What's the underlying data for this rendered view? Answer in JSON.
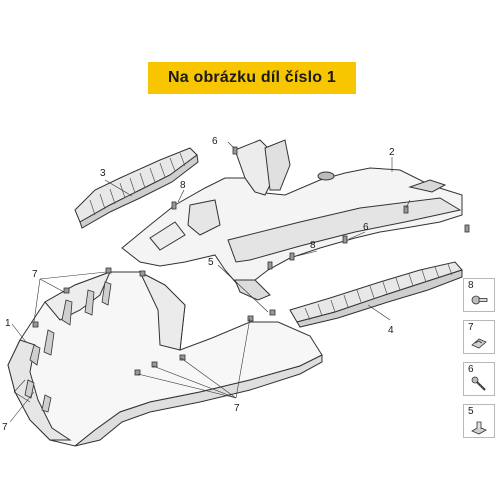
{
  "banner": {
    "text": "Na obrázku díl číslo 1"
  },
  "callouts": {
    "c1": "1",
    "c2": "2",
    "c3": "3",
    "c4": "4",
    "c5": "5",
    "c6a": "6",
    "c6b": "6",
    "c7a": "7",
    "c7b": "7",
    "c7c": "7",
    "c8a": "8",
    "c8b": "8"
  },
  "legend": [
    {
      "number": "8",
      "icon": "screw-icon"
    },
    {
      "number": "7",
      "icon": "clip-nut-icon"
    },
    {
      "number": "6",
      "icon": "self-tapping-screw-icon"
    },
    {
      "number": "5",
      "icon": "clip-icon"
    }
  ]
}
